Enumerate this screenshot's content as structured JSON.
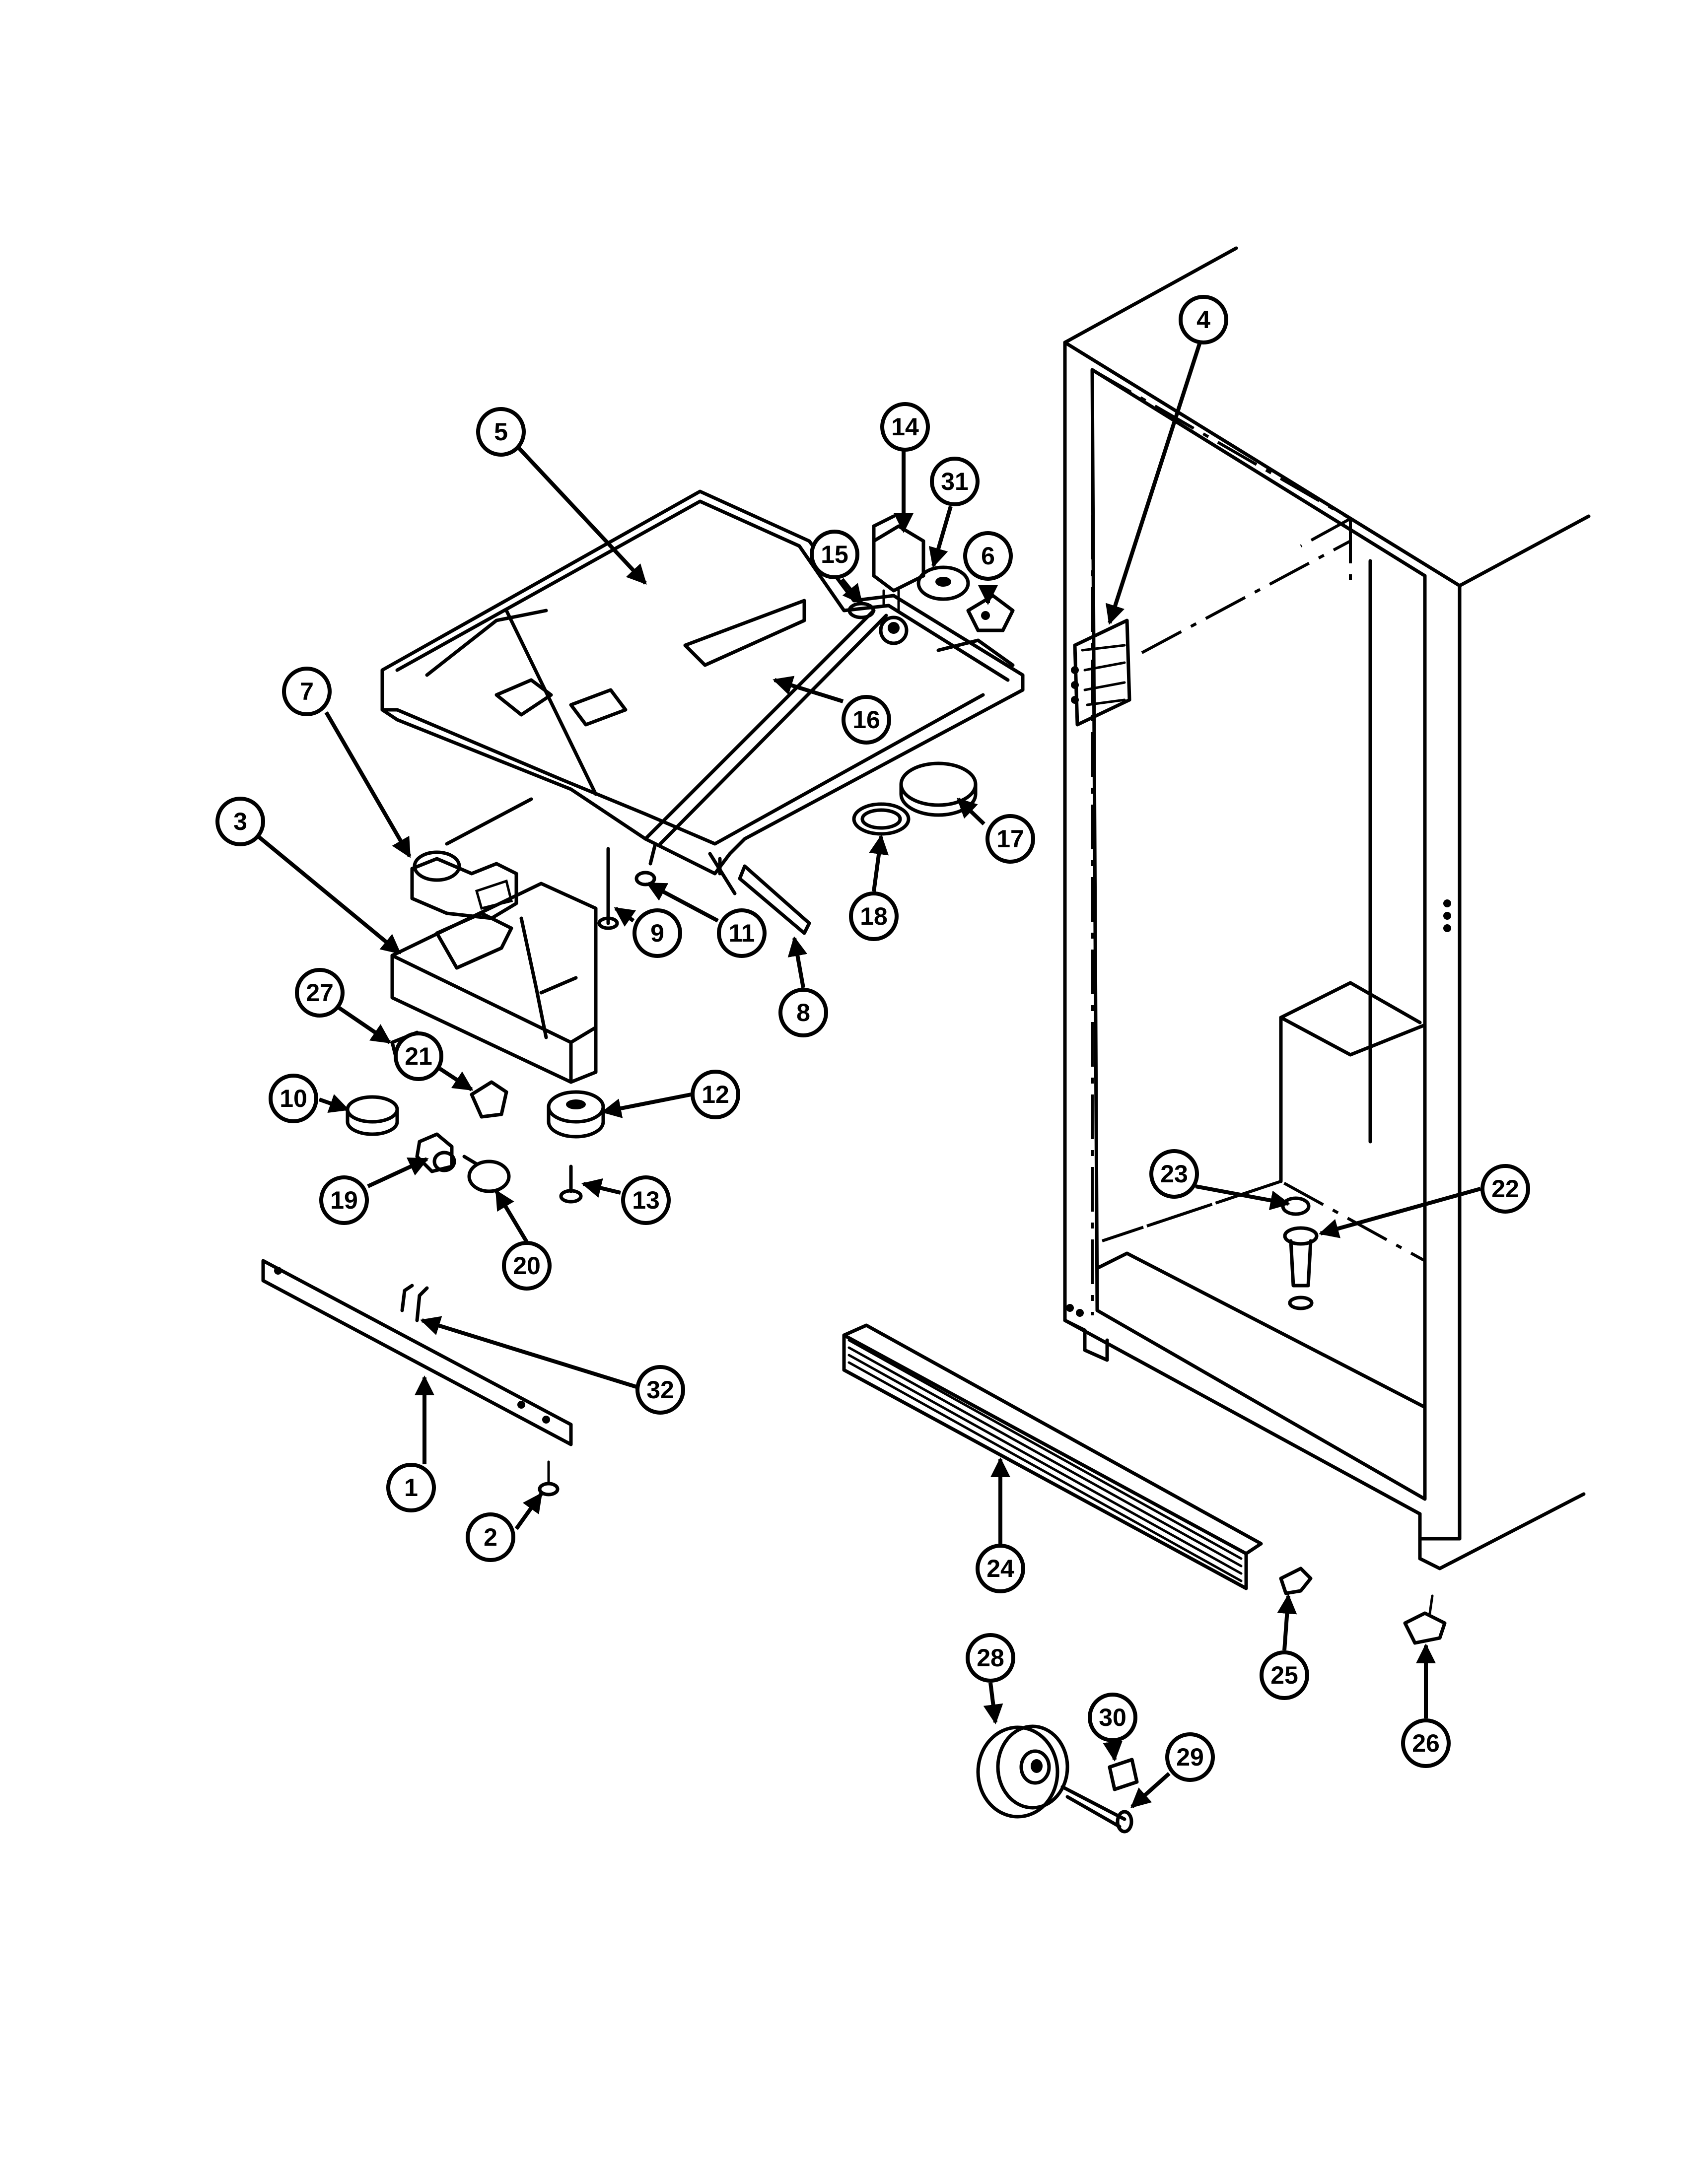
{
  "diagram": {
    "callouts": [
      {
        "label": "1"
      },
      {
        "label": "2"
      },
      {
        "label": "3"
      },
      {
        "label": "4"
      },
      {
        "label": "5"
      },
      {
        "label": "6"
      },
      {
        "label": "7"
      },
      {
        "label": "8"
      },
      {
        "label": "9"
      },
      {
        "label": "10"
      },
      {
        "label": "11"
      },
      {
        "label": "12"
      },
      {
        "label": "13"
      },
      {
        "label": "14"
      },
      {
        "label": "15"
      },
      {
        "label": "16"
      },
      {
        "label": "17"
      },
      {
        "label": "18"
      },
      {
        "label": "19"
      },
      {
        "label": "20"
      },
      {
        "label": "21"
      },
      {
        "label": "22"
      },
      {
        "label": "23"
      },
      {
        "label": "24"
      },
      {
        "label": "25"
      },
      {
        "label": "26"
      },
      {
        "label": "27"
      },
      {
        "label": "28"
      },
      {
        "label": "29"
      },
      {
        "label": "30"
      },
      {
        "label": "31"
      },
      {
        "label": "32"
      }
    ]
  }
}
